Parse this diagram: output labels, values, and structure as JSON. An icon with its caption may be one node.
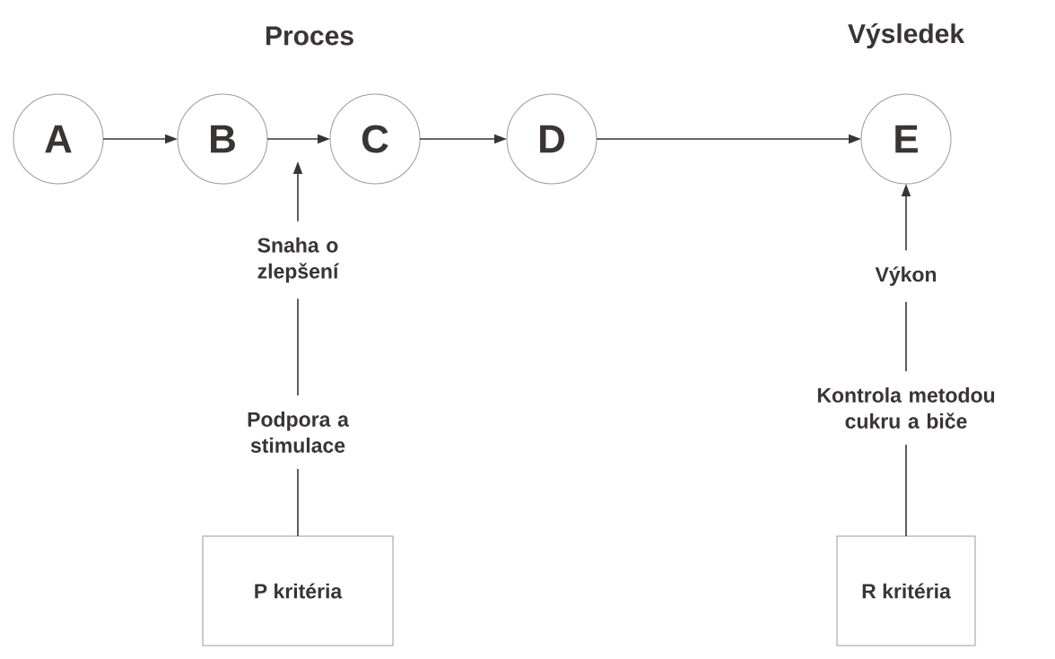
{
  "diagram": {
    "nodes": [
      {
        "text": [
          "A"
        ]
      },
      {
        "text": [
          "B"
        ]
      },
      {
        "text": [
          "C"
        ]
      },
      {
        "text": [
          "D"
        ]
      },
      {
        "text": [
          "E"
        ]
      },
      {
        "text": [
          "Snaha o zlepšení"
        ]
      },
      {
        "text": [
          "Podpora a stimulace"
        ]
      },
      {
        "text": [
          "P kritéria"
        ]
      },
      {
        "text": [
          "Výkon"
        ]
      },
      {
        "text": [
          "Kontrola metodou cukru a biče"
        ]
      },
      {
        "text": [
          "R kritéria"
        ]
      }
    ],
    "edges": [
      {
        "from": 0,
        "to": 1,
        "arrow": "to"
      },
      {
        "from": 1,
        "to": 2,
        "arrow": "to"
      },
      {
        "from": 2,
        "to": 3,
        "arrow": "to"
      },
      {
        "from": 3,
        "to": 4,
        "arrow": "to"
      },
      {
        "from": 7,
        "to": 6,
        "arrow": "none"
      },
      {
        "from": 6,
        "to": 5,
        "arrow": "none"
      },
      {
        "from": 5,
        "to": null,
        "arrow": "to"
      },
      {
        "from": 10,
        "to": 9,
        "arrow": "none"
      },
      {
        "from": 9,
        "to": 8,
        "arrow": "none"
      },
      {
        "from": 8,
        "to": 4,
        "arrow": "to"
      }
    ],
    "labels": [
      "Proces",
      "Výsledek"
    ]
  }
}
